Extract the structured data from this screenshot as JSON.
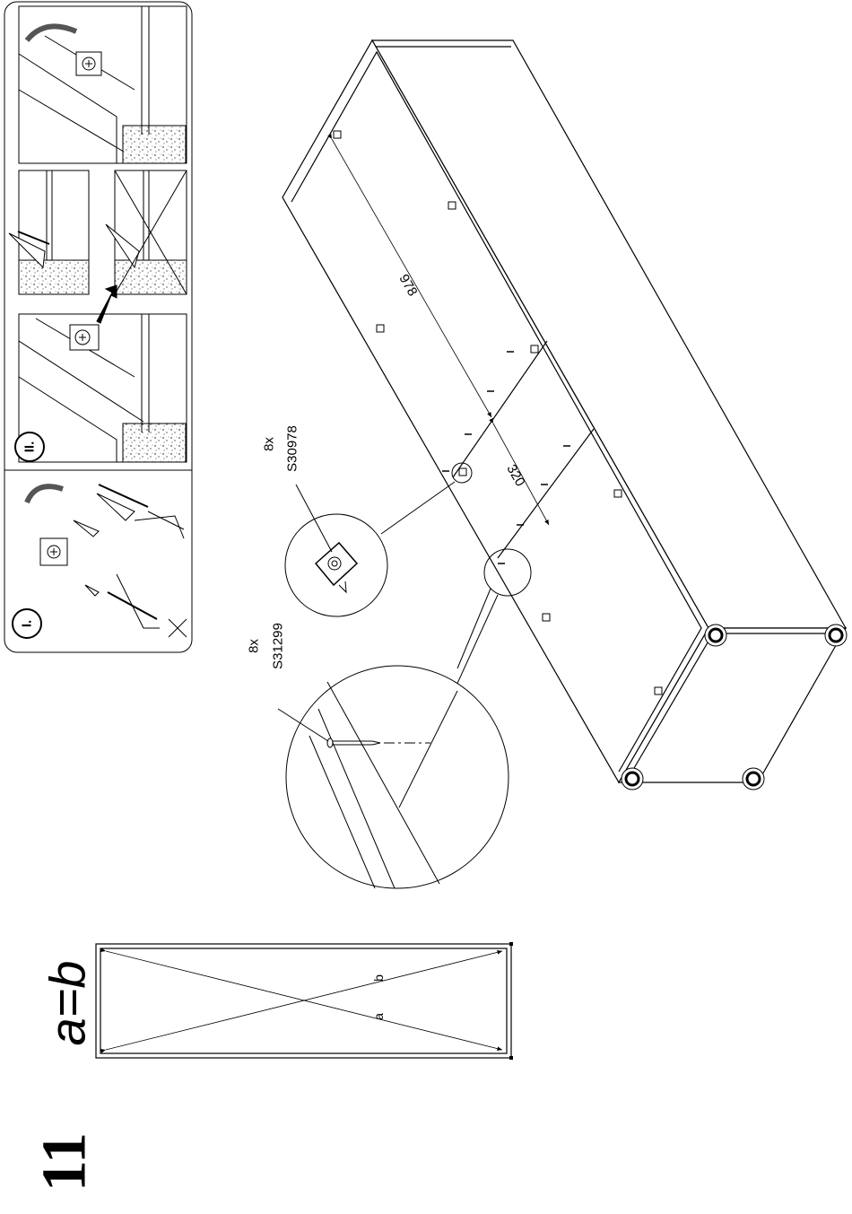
{
  "step_number": "11",
  "square_check": {
    "formula": "a=b",
    "diag_a": "a",
    "diag_b": "b"
  },
  "inset_steps": {
    "step_one": "I.",
    "step_two": "II."
  },
  "dimensions": {
    "long": "978",
    "short": "320"
  },
  "parts": [
    {
      "qty": "8x",
      "code": "S30978"
    },
    {
      "qty": "8x",
      "code": "S31299"
    }
  ]
}
